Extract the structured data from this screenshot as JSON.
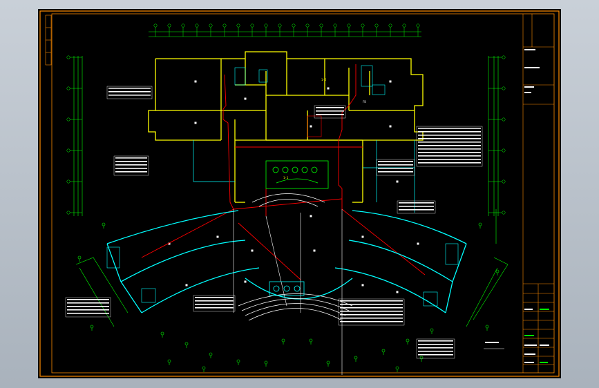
{
  "sheet": {
    "background": "#000000",
    "frame_color": "#ff8c00"
  },
  "colors": {
    "wall": "#ffff00",
    "wall2": "#00ffff",
    "pipe": "#ff0000",
    "dim": "#00ff00",
    "text": "#ffffff",
    "grey": "#c0c0c0"
  },
  "labels": {
    "room_a": "1-1",
    "room_b": "1-2",
    "tag": "FB"
  }
}
